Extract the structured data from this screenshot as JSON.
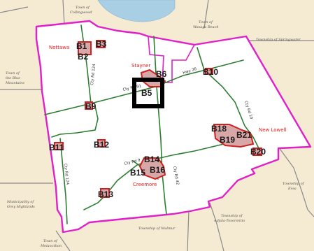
{
  "colors": {
    "outside": "#f5ead2",
    "inside": "#ffffff",
    "water": "#a9cfe5",
    "boundary": "#e020c8",
    "road": "#2e7d32",
    "township_line": "#8a8a8a",
    "site": "#cc2222",
    "place_text": "#e02020",
    "highlight": "#000000"
  },
  "townships": {
    "collingwood": [
      "Town of",
      "Collingwood"
    ],
    "wasaga": [
      "Town of",
      "Wasaga Beach"
    ],
    "springwater": [
      "Township of Springwater"
    ],
    "blue_mountains": [
      "Town of",
      "the Blue",
      "Mountains"
    ],
    "essa": [
      "Township of",
      "Essa"
    ],
    "grey_highlands": [
      "Municipality of",
      "Grey Highlands"
    ],
    "adjala": [
      "Township of",
      "Adjala-Tosorontio"
    ],
    "mulmur": [
      "Township of Mulmur"
    ],
    "melancthon": [
      "Town of",
      "Melancthon"
    ]
  },
  "places": {
    "nottawa": "Nottawa",
    "stayner": "Stayner",
    "new_lowell": "New Lowell",
    "creemore": "Creemore"
  },
  "roads": {
    "cty_rd_124_north": "Cty Rd 124",
    "cty_rd_central": "Cty Rd 91",
    "hwy_26": "Hwy 26",
    "cty_rd_10": "Cty Rd 10",
    "cty_rd_124_south": "Cty Rd 124",
    "cty_rd_creemore": "Cty Rd 9",
    "cty_rd_42": "Cty Rd 42"
  },
  "sites": {
    "b1": "B1",
    "b2": "B2",
    "b3": "B3",
    "b5": "B5",
    "b6": "B6",
    "b9": "B9",
    "b10": "B10",
    "b11": "B11",
    "b12": "B12",
    "b13": "B13",
    "b14": "B14",
    "b15": "B15",
    "b16": "B16",
    "b18": "B18",
    "b19": "B19",
    "b20": "B20",
    "b21": "B21",
    "b5_selected": "B5"
  }
}
